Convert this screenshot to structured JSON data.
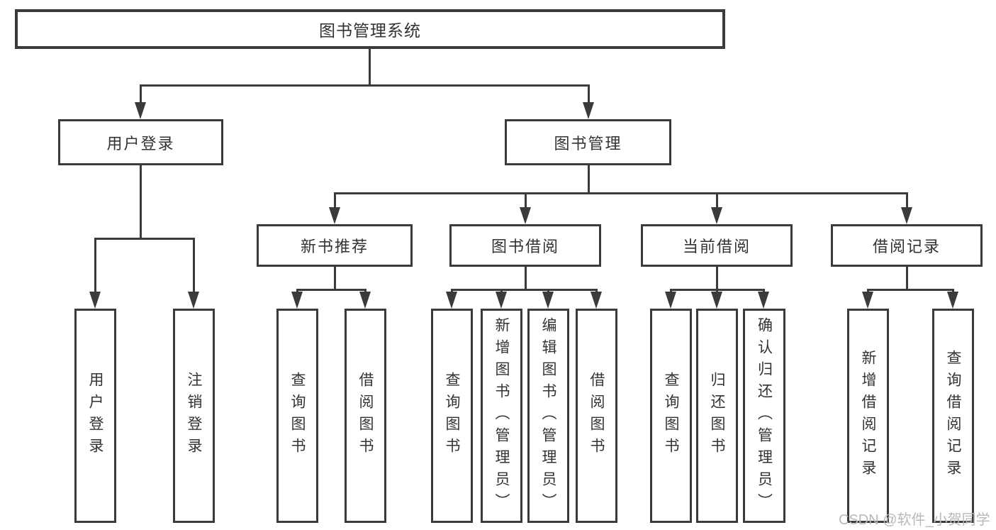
{
  "diagram_title": "图书管理系统",
  "tree": {
    "root": {
      "label": "图书管理系统"
    },
    "branches": [
      {
        "label": "用户登录",
        "leaves": [
          {
            "label": "用户登录"
          },
          {
            "label": "注销登录"
          }
        ]
      },
      {
        "label": "图书管理",
        "groups": [
          {
            "label": "新书推荐",
            "leaves": [
              {
                "label": "查询图书"
              },
              {
                "label": "借阅图书"
              }
            ]
          },
          {
            "label": "图书借阅",
            "leaves": [
              {
                "label": "查询图书"
              },
              {
                "label": "新增图书（管理员）"
              },
              {
                "label": "编辑图书（管理员）"
              },
              {
                "label": "借阅图书"
              }
            ]
          },
          {
            "label": "当前借阅",
            "leaves": [
              {
                "label": "查询图书"
              },
              {
                "label": "归还图书"
              },
              {
                "label": "确认归还（管理员）"
              }
            ]
          },
          {
            "label": "借阅记录",
            "leaves": [
              {
                "label": "新增借阅记录"
              },
              {
                "label": "查询借阅记录"
              }
            ]
          }
        ]
      }
    ]
  },
  "watermark": {
    "text": "CSDN @软件_小贺同学"
  },
  "colors": {
    "line": "#3b3b3b",
    "text": "#333333",
    "watermark": "#b9b9b9",
    "background": "#ffffff",
    "box_fill": "#ffffff"
  }
}
